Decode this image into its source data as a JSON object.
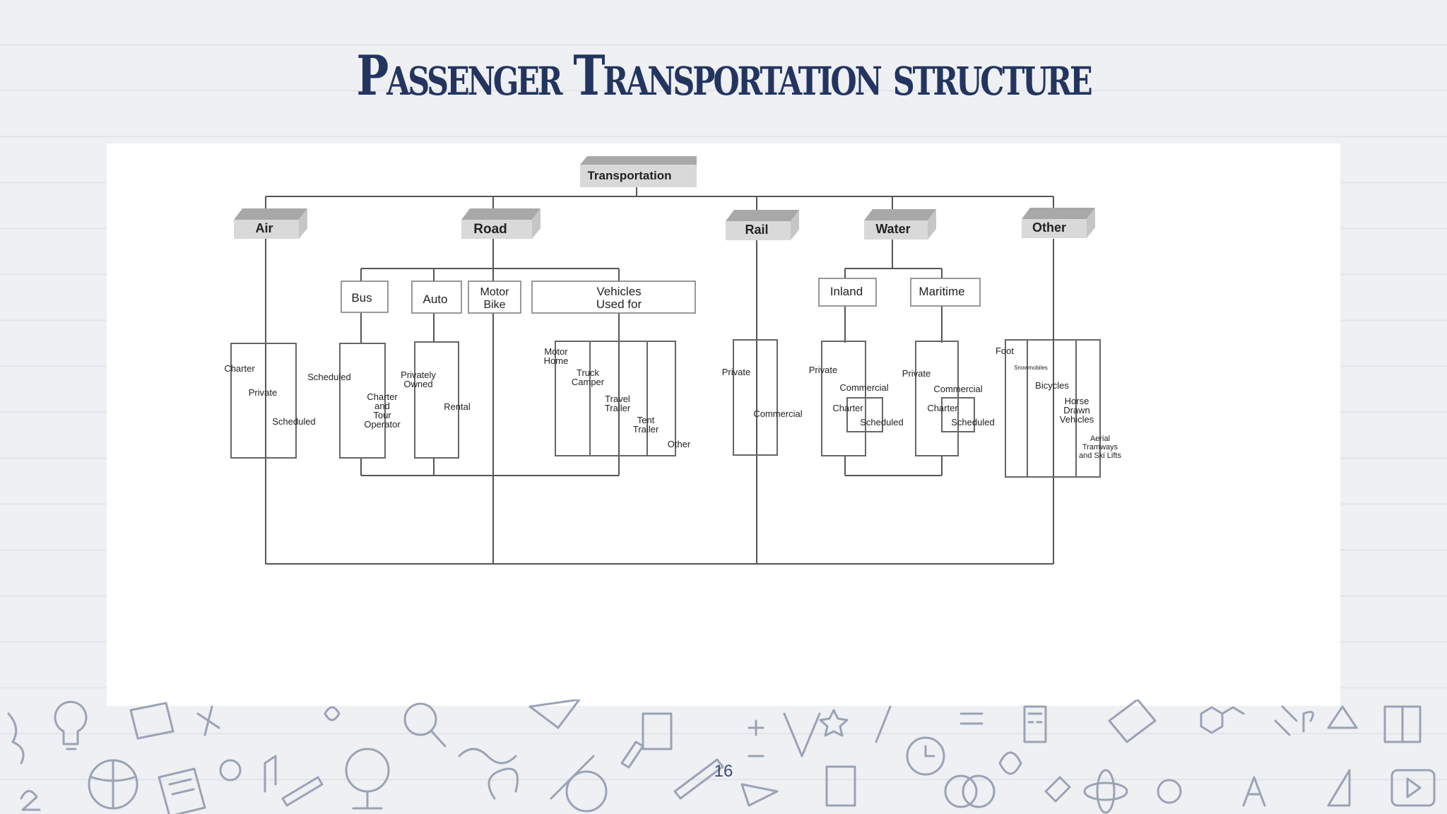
{
  "slide": {
    "title": "Passenger Transportation structure",
    "page_number": "16"
  },
  "diagram": {
    "root": "Transportation",
    "categories": {
      "air": "Air",
      "road": "Road",
      "rail": "Rail",
      "water": "Water",
      "other": "Other"
    },
    "road_modes": {
      "bus": "Bus",
      "auto": "Auto",
      "motor_bike": [
        "Motor",
        "Bike"
      ],
      "vehicles": [
        "Vehicles",
        "Used for"
      ]
    },
    "water_modes": {
      "inland": "Inland",
      "maritime": "Maritime"
    },
    "air_types": [
      "Charter",
      "Private",
      "Scheduled"
    ],
    "bus_types": {
      "scheduled": "Scheduled",
      "charter": [
        "Charter",
        "and",
        "Tour",
        "Operator"
      ]
    },
    "auto_types": {
      "private": [
        "Privately",
        "Owned"
      ],
      "rental": "Rental"
    },
    "vehicle_types": {
      "motor_home": [
        "Motor",
        "Home"
      ],
      "truck_camper": [
        "Truck",
        "Camper"
      ],
      "travel_trailer": [
        "Travel",
        "Trailer"
      ],
      "tent_trailer": [
        "Tent",
        "Trailer"
      ],
      "other": "Other"
    },
    "rail_types": [
      "Private",
      "Commercial"
    ],
    "inland_types": {
      "private": "Private",
      "commercial": "Commercial",
      "charter": "Charter",
      "scheduled": "Scheduled"
    },
    "maritime_types": {
      "private": "Private",
      "commercial": "Commercial",
      "charter": "Charter",
      "scheduled": "Scheduled"
    },
    "other_types": {
      "foot": "Foot",
      "snowmobiles": "Snowmobiles",
      "bicycles": "Bicycles",
      "horse": [
        "Horse",
        "Drawn",
        "Vehicles"
      ],
      "aerial": [
        "Aerial",
        "Tramways",
        "and Ski Lifts"
      ]
    }
  },
  "colors": {
    "title": "#23355f",
    "box_front": "#d9d9d9",
    "box_top": "#a8a8a8",
    "box_side": "#c6c6c6",
    "line": "#555555",
    "doodle": "#9aa3b5"
  }
}
